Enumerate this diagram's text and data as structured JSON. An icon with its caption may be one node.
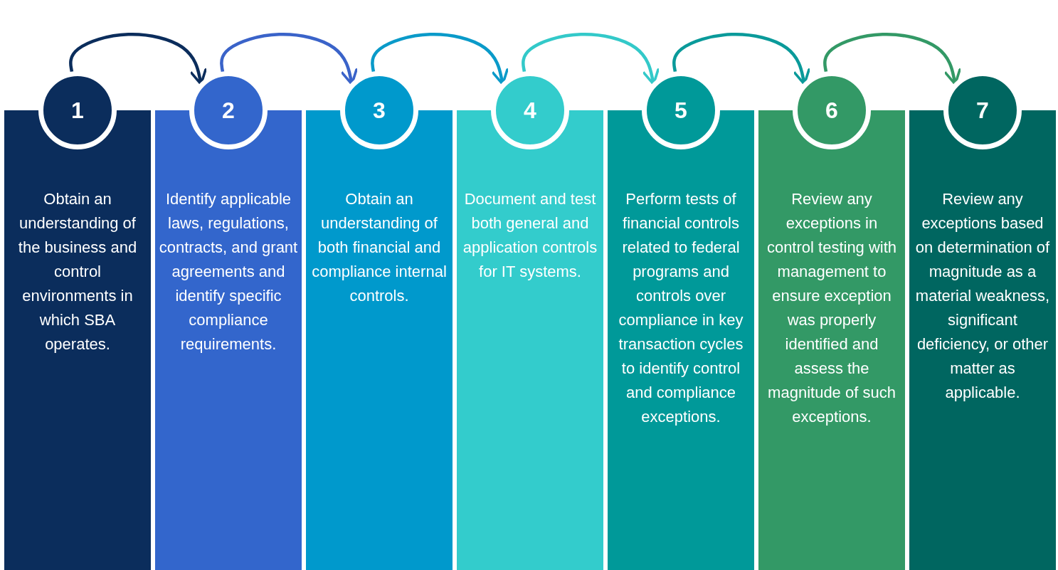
{
  "diagram": {
    "nodes": [
      {
        "text": [
          "1"
        ]
      },
      {
        "text": [
          "2"
        ]
      },
      {
        "text": [
          "3"
        ]
      },
      {
        "text": [
          "4"
        ]
      },
      {
        "text": [
          "5"
        ]
      },
      {
        "text": [
          "6"
        ]
      },
      {
        "text": [
          "7"
        ]
      },
      {
        "text": [
          "Obtain an understanding of the business and control environments in which SBA operates."
        ]
      },
      {
        "text": [
          "Identify applicable laws, regulations, contracts, and grant agreements and identify specific compliance requirements."
        ]
      },
      {
        "text": [
          "Obtain an understanding of both financial and compliance internal controls."
        ]
      },
      {
        "text": [
          "Document and test both general and application controls for IT systems."
        ]
      },
      {
        "text": [
          "Perform tests of financial controls related to federal programs and controls over compliance in key transaction cycles to identify control and compliance exceptions."
        ]
      },
      {
        "text": [
          "Review any exceptions in control testing with management to ensure exception was properly identified and assess the magnitude of such exceptions."
        ]
      },
      {
        "text": [
          "Review any exceptions based on determination of magnitude as a material weakness, significant deficiency, or other matter as applicable."
        ]
      }
    ],
    "edges": [
      {
        "from": 0,
        "to": 1,
        "arrow": "to",
        "color": "#0b2d5c"
      },
      {
        "from": 1,
        "to": 2,
        "arrow": "to",
        "color": "#3a63c9"
      },
      {
        "from": 2,
        "to": 3,
        "arrow": "to",
        "color": "#0a9ac9"
      },
      {
        "from": 3,
        "to": 4,
        "arrow": "to",
        "color": "#33c9c9"
      },
      {
        "from": 4,
        "to": 5,
        "arrow": "to",
        "color": "#0a9a9a"
      },
      {
        "from": 5,
        "to": 6,
        "arrow": "to",
        "color": "#339966"
      }
    ]
  }
}
